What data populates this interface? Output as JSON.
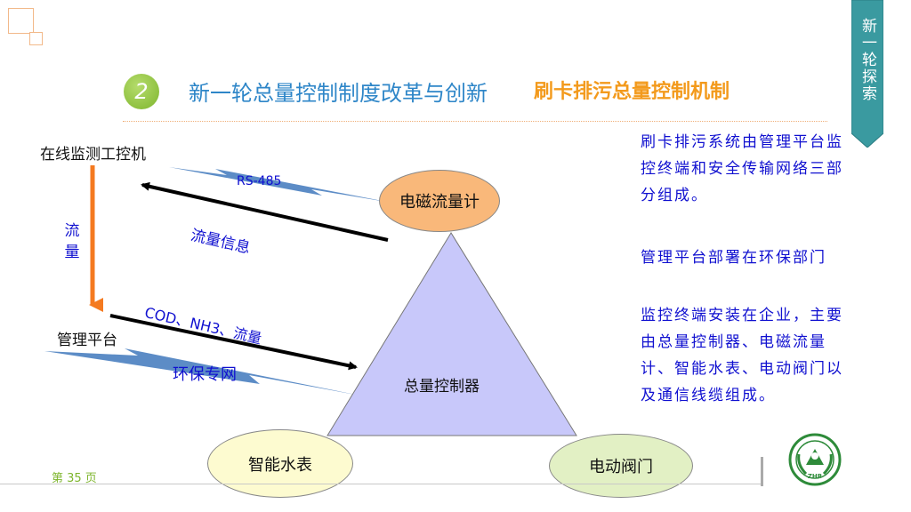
{
  "slide": {
    "number": "2",
    "title": "新一轮总量控制制度改革与创新",
    "subtitle": "刷卡排污总量控制机制",
    "side_tag": "新一轮探索",
    "page_label": "第 35 页",
    "logo_text": "ZHB"
  },
  "diagram": {
    "online_monitor": "在线监测工控机",
    "flow_vertical": "流\n量",
    "management_platform": "管理平台",
    "rs485": "RS-485",
    "flow_info": "流量信息",
    "cod_label": "COD、NH3、流量",
    "env_network": "环保专网",
    "em_flowmeter": "电磁流量计",
    "controller": "总量控制器",
    "smart_meter": "智能水表",
    "electric_valve": "电动阀门"
  },
  "description": {
    "para1": "刷卡排污系统由管理平台监控终端和安全传输网络三部分组成。",
    "para2": "管理平台部署在环保部门",
    "para3": "监控终端安装在企业，主要由总量控制器、电磁流量计、智能水表、电动阀门以及通信线缆组成。"
  },
  "colors": {
    "title_blue": "#2e86c8",
    "subtitle_orange": "#f39a1c",
    "accent_green": "#7eb52d",
    "tag_teal": "#3a9aa0",
    "triangle_fill": "#c8c8fa",
    "oval_orange": "#f9b87a",
    "oval_yellow": "#fdfbd0",
    "oval_green": "#e2f0c4",
    "arrow_orange": "#f47a20",
    "lightning_blue": "#4a7fc0",
    "text_blue": "#1010d0"
  }
}
